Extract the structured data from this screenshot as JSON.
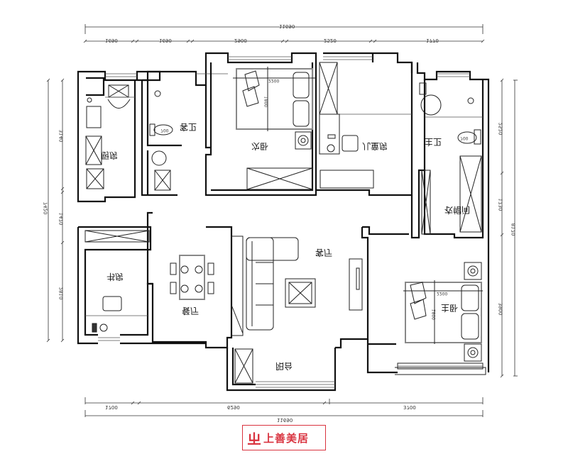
{
  "plan": {
    "rooms": {
      "kitchen": "厨房",
      "guest_bath": "客卫",
      "second_bedroom": "次卧",
      "kids_room": "儿童房",
      "master_bath": "主卫",
      "walk_in_closet": "衣帽间",
      "study": "书房",
      "dining": "餐厅",
      "living": "客厅",
      "balcony": "阳台",
      "master_bedroom": "主卧"
    },
    "bed_dims": {
      "second_bed_length": "2200",
      "second_bed_width": "1800",
      "master_bed_length": "2200",
      "master_bed_width": "1800"
    },
    "fixture_labels": {
      "toilet_guest": "700",
      "toilet_master": "700"
    }
  },
  "dimensions": {
    "top_total": "11690",
    "top_segments": [
      "1690",
      "1690",
      "2900",
      "2520",
      "1770"
    ],
    "bottom_total": "11690",
    "bottom_segments": [
      "1700",
      "6290",
      "3700"
    ],
    "left_total": "7420",
    "left_segments": [
      "3140",
      "1470",
      "2810"
    ],
    "right_total": "8170",
    "right_segments": [
      "2520",
      "1730",
      "3900"
    ]
  },
  "logo": {
    "mark": "ㄓ",
    "brand": "上善美居"
  }
}
